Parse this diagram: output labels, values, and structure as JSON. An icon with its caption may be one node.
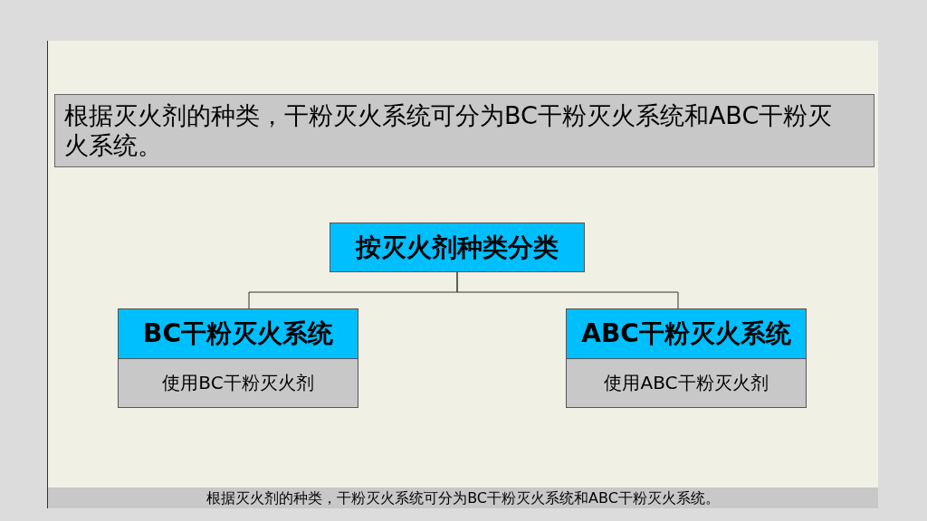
{
  "diagram": {
    "title": "根据灭火剂的种类，干粉灭火系统可分为BC干粉灭火系统和ABC干粉灭火系统。",
    "nodes": [
      {
        "text": [
          "按灭火剂种类分类"
        ]
      },
      {
        "text": [
          "BC干粉灭火系统",
          "使用BC干粉灭火剂"
        ]
      },
      {
        "text": [
          "ABC干粉灭火系统",
          "使用ABC干粉灭火剂"
        ]
      }
    ],
    "edges": [
      {
        "from": 0,
        "to": 1,
        "arrow": "none"
      },
      {
        "from": 0,
        "to": 2,
        "arrow": "none"
      }
    ],
    "caption": "根据灭火剂的种类，干粉灭火系统可分为BC干粉灭火系统和ABC干粉灭火系统。"
  }
}
